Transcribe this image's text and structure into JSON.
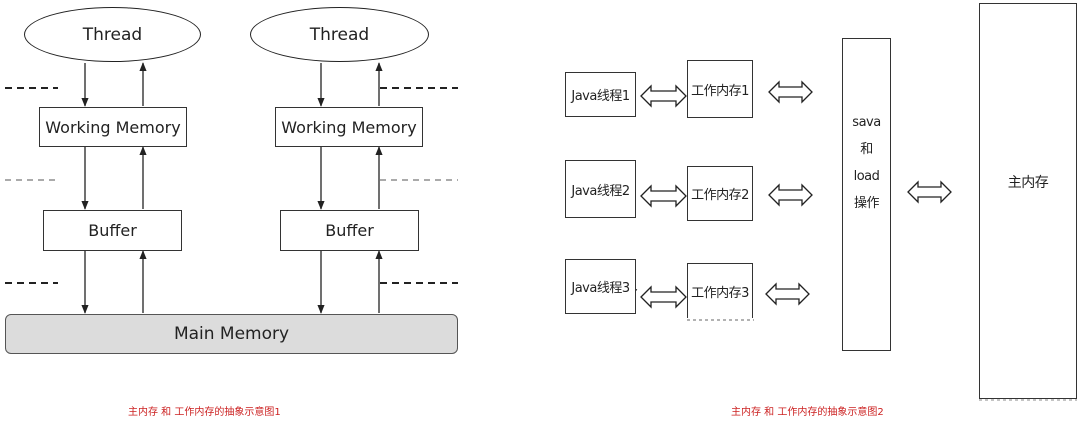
{
  "left": {
    "threads": [
      "Thread",
      "Thread"
    ],
    "working_memory": [
      "Working Memory",
      "Working Memory"
    ],
    "buffers": [
      "Buffer",
      "Buffer"
    ],
    "main_memory": "Main Memory",
    "caption": "主内存 和 工作内存的抽象示意图1"
  },
  "right": {
    "java_threads": [
      "Java线程1",
      "Java线程2",
      "Java线程3"
    ],
    "working_memories": [
      "工作内存1",
      "工作内存2",
      "工作内存3"
    ],
    "ops": {
      "line1": "sava",
      "line2": "和",
      "line3": "load",
      "line4": "操作"
    },
    "main_memory": "主内存",
    "caption": "主内存 和 工作内存的抽象示意图2"
  }
}
